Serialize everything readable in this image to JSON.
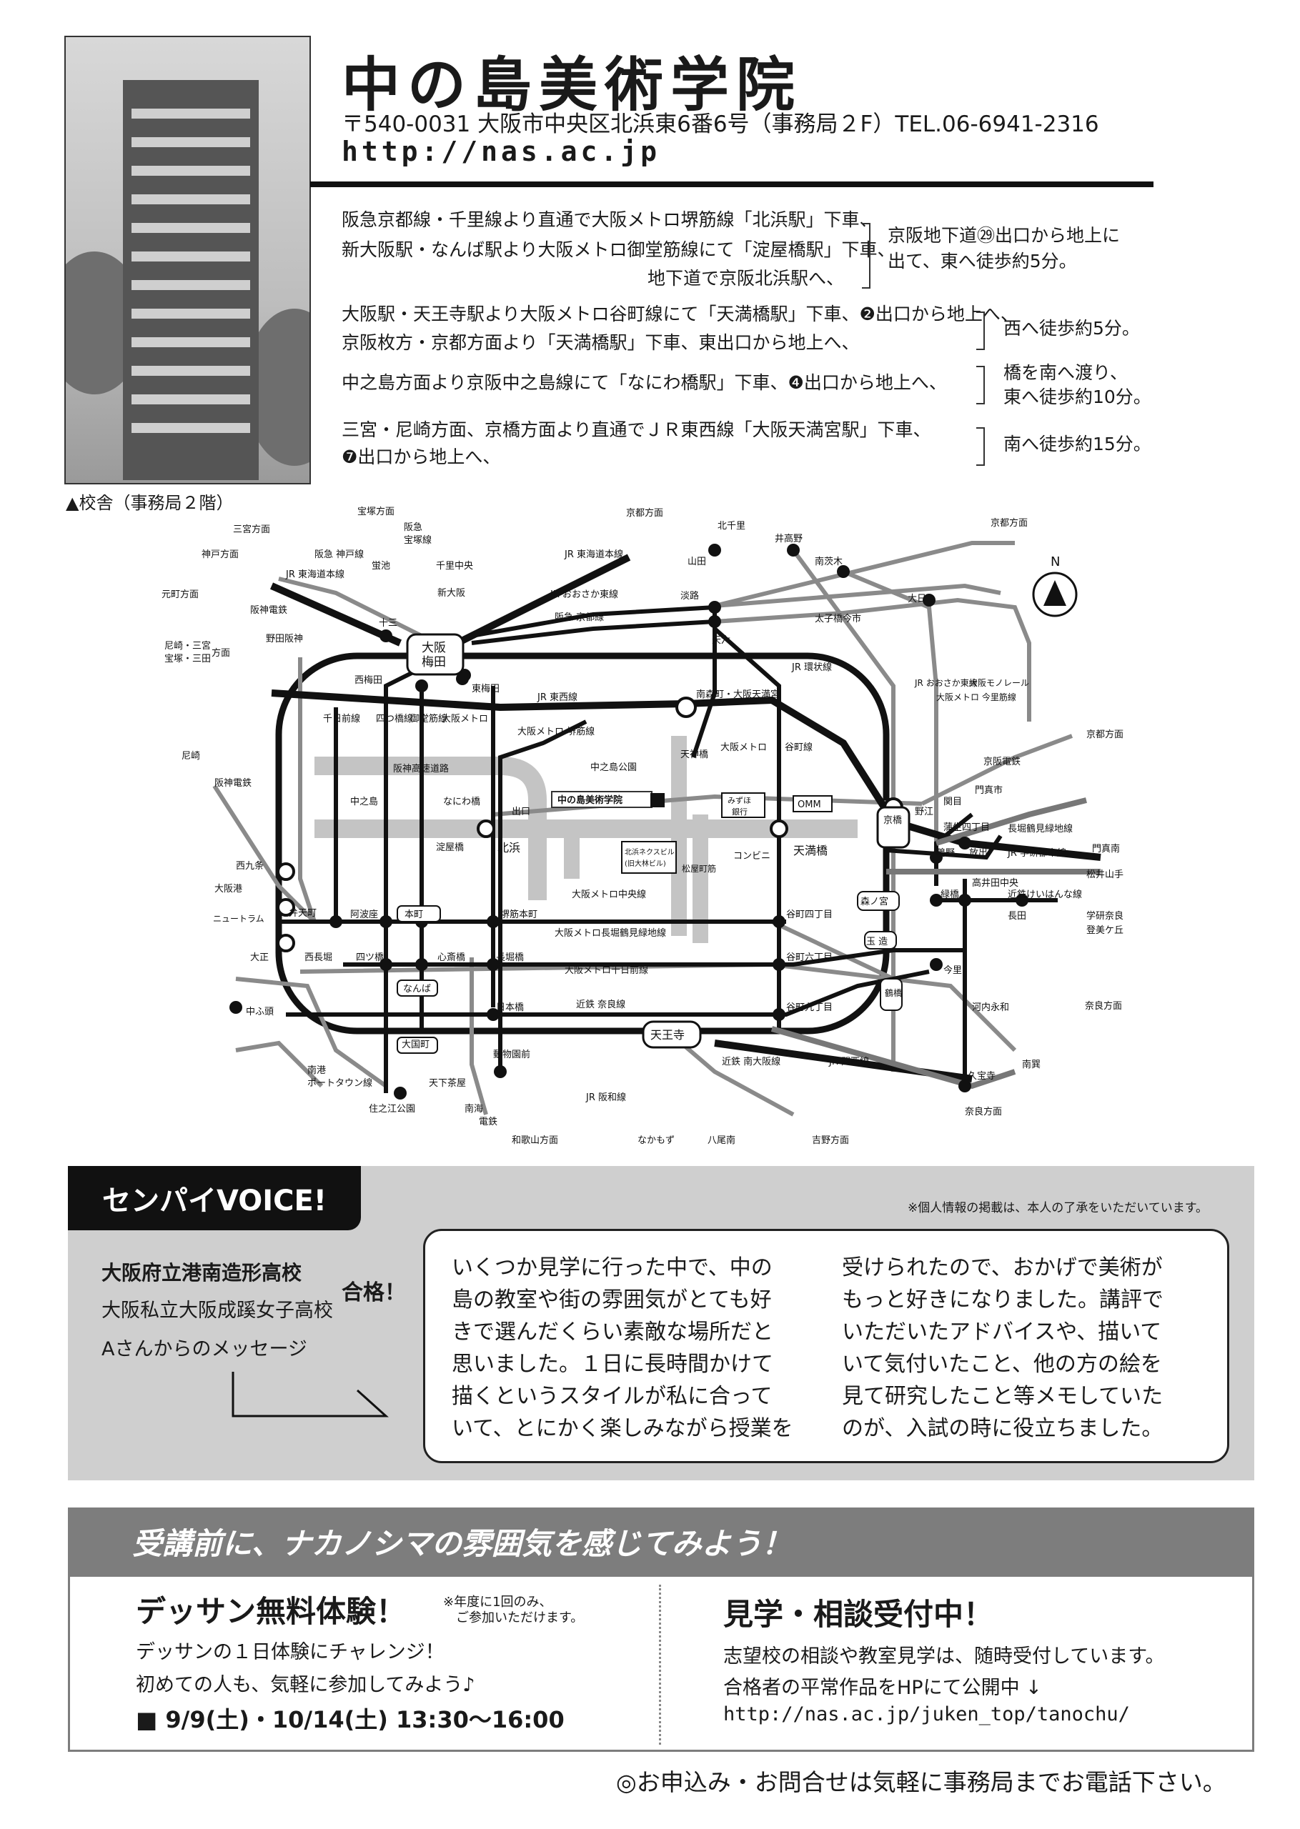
{
  "header": {
    "school_name": "中の島美術学院",
    "address": "〒540-0031 大阪市中央区北浜東6番6号（事務局２F）TEL.06-6941-2316",
    "url": "http://nas.ac.jp",
    "photo_caption": "▲校舎（事務局２階）"
  },
  "directions": {
    "g1_l1": "阪急京都線・千里線より直通で大阪メトロ堺筋線「北浜駅」下車、",
    "g1_l2": "新大阪駅・なんば駅より大阪メトロ御堂筋線にて「淀屋橋駅」下車、",
    "g1_l3": "地下道で京阪北浜駅へ、",
    "g1_r1": "京阪地下道㉙出口から地上に",
    "g1_r2": "出て、東へ徒歩約5分。",
    "g2_l1": "大阪駅・天王寺駅より大阪メトロ谷町線にて「天満橋駅」下車、❷出口から地上へ、",
    "g2_l2": "京阪枚方・京都方面より「天満橋駅」下車、東出口から地上へ、",
    "g2_r1": "西へ徒歩約5分。",
    "g3_l1": "中之島方面より京阪中之島線にて「なにわ橋駅」下車、❹出口から地上へ、",
    "g3_r1": "橋を南へ渡り、",
    "g3_r2": "東へ徒歩約10分。",
    "g4_l1": "三宮・尼崎方面、京橋方面より直通でＪＲ東西線「大阪天満宮駅」下車、",
    "g4_l2": "❼出口から地上へ、",
    "g4_r1": "南へ徒歩約15分。"
  },
  "map": {
    "labels": {
      "sannomiya": "三宮方面",
      "takarazuka": "宝塚方面",
      "hankyu_takarazuka_1": "阪急",
      "hankyu_takarazuka_2": "宝塚線",
      "kyoto_jr": "京都方面",
      "kitasenri": "北千里",
      "kobe": "神戸方面",
      "motomachi": "元町方面",
      "hankyu_kobe": "阪急 神戸線",
      "jr_tokaido": "JR 東海道本線",
      "hanshin": "阪神電鉄",
      "noda_hanshin": "野田阪神",
      "amagasaki": "尼崎・三宮",
      "takarazuka2": "宝塚・三田",
      "hokou": "方面",
      "hotarugaike": "蛍池",
      "senrichuo": "千里中央",
      "shinosaka": "新大阪",
      "juso": "十三",
      "umeda_1": "大阪",
      "umeda_2": "梅田",
      "nishiumeda": "西梅田",
      "higashiumeda": "東梅田",
      "jr_kyoto_line": "JR 東海道本線",
      "yamada": "山田",
      "ibarakishi": "井高野",
      "minamiibaraki": "南茨木",
      "kyoto2": "京都方面",
      "jr_osaka_higashi": "JR おおさか東線",
      "hankyu_kyoto": "阪急 京都線",
      "awaji": "淡路",
      "dainichi": "大日",
      "taishibashi": "太子橋今市",
      "tenroku": "天六",
      "jr_loop": "JR 環状線",
      "minamimorimachi": "南森町・大阪天満宮",
      "jr_tozai": "JR 東西線",
      "sakaisuji_line": "大阪メトロ 堺筋線",
      "jr_osakahigashi_v": "JR おおさか東線",
      "imazatosuji": "大阪メトロ 今里筋線",
      "monorail": "大阪モノレール",
      "kyoto3": "京都方面",
      "keihan": "京阪電鉄",
      "kadomashi": "門真市",
      "senichimae": "千日前線",
      "yotsubashi": "四つ橋線",
      "midosuji": "御堂筋線",
      "osakametro_v": "大阪メトロ",
      "hanshin_expressway": "阪神高速道路",
      "nakanoshima_park": "中之島公園",
      "tenjinbashi": "天神橋",
      "osakametro2": "大阪メトロ",
      "tanimachi_line": "谷町線",
      "nakanoshima": "中之島",
      "naniwabashi": "なにわ橋",
      "exit29": "出口",
      "school": "中の島美術学院",
      "mizuho_1": "みずほ",
      "mizuho_2": "銀行",
      "omm": "OMM",
      "kyobashi": "京橋",
      "noe": "野江",
      "sekime": "関目",
      "gamo": "蒲生四丁目",
      "nagahori_line": "長堀鶴見緑地線",
      "kadoma_minami": "門真南",
      "shigino": "鴫野",
      "hanaten": "放出",
      "gakkentoshi": "JR 学研都市線",
      "matsui": "松井山手",
      "amagasaki_naka": "尼崎",
      "hanshin_line": "阪神電鉄",
      "nishikujo": "西九条",
      "yodoyabashi": "淀屋橋",
      "kitahama": "北浜",
      "kitahama_bldg_1": "北浜ネクスビル",
      "kitahama_bldg_2": "(旧大林ビル)",
      "matsuyamachi_st": "松屋町筋",
      "conv": "コンビニ",
      "tenmabashi": "天満橋",
      "chuo_line": "大阪メトロ中央線",
      "osakako": "大阪港",
      "bentencho": "弁天町",
      "awaza": "阿波座",
      "honmachi": "本町",
      "sakaisujihonmachi": "堺筋本町",
      "tanimachi4": "谷町四丁目",
      "morinomiya": "森ノ宮",
      "midoribashi": "緑橋",
      "takaida": "高井田中央",
      "kintetsu_keihanna": "近鉄けいはんな線",
      "nagata": "長田",
      "gakken_nara": "学研奈良",
      "tomigaoka": "登美ケ丘",
      "newtram": "ニュートラム",
      "nagahori_line2": "大阪メトロ長堀鶴見緑地線",
      "tamatsukuri": "玉 造",
      "taisho": "大正",
      "nishinagahori": "西長堀",
      "yotsubashi_st": "四ツ橋",
      "shinsaibashi": "心斎橋",
      "nagahoribashi": "長堀橋",
      "tanimachi6": "谷町六丁目",
      "sennichimae_line": "大阪メトロ千日前線",
      "imazato": "今里",
      "tsuruhashi": "鶴橋",
      "nanba": "なんば",
      "nipponbashi": "日本橋",
      "kintetsu_nara": "近鉄 奈良線",
      "tanimachi9": "谷町九丁目",
      "kawachieiwa": "河内永和",
      "nara": "奈良方面",
      "nakafuto": "中ふ頭",
      "daikokucho": "大国町",
      "tennoji": "天王寺",
      "jr_kansai": "JR 関西線",
      "kintetsu_minamiosaka": "近鉄 南大阪線",
      "doubutsuen": "動物園前",
      "kyuhoji": "久宝寺",
      "minamiwaki": "南巽",
      "nanko": "南港",
      "portown": "ポートタウン線",
      "tengachaya": "天下茶屋",
      "suminoe": "住之江公園",
      "nankai_1": "南海",
      "nankai_2": "電鉄",
      "jr_hanwa": "JR 阪和線",
      "wakayama": "和歌山方面",
      "nakamozu": "なかもず",
      "yao": "八尾南",
      "yoshino": "吉野方面",
      "nara2": "奈良方面",
      "north": "N"
    }
  },
  "voice": {
    "tab": "センパイVOICE!",
    "privacy_note": "※個人情報の掲載は、本人の了承をいただいています。",
    "school1": "大阪府立港南造形高校",
    "passed": "合格！",
    "school2": "大阪私立大阪成蹊女子高校",
    "from": "Aさんからのメッセージ",
    "col1": [
      "いくつか見学に行った中で、中の",
      "島の教室や街の雰囲気がとても好",
      "きで選んだくらい素敵な場所だと",
      "思いました。１日に長時間かけて",
      "描くというスタイルが私に合って",
      "いて、とにかく楽しみながら授業を"
    ],
    "col2": [
      "受けられたので、おかげで美術が",
      "もっと好きになりました。講評で",
      "いただいたアドバイスや、描いて",
      "いて気付いたこと、他の方の絵を",
      "見て研究したこと等メモしていた",
      "のが、入試の時に役立ちました。"
    ]
  },
  "bottom": {
    "banner": "受講前に、ナカノシマの雰囲気を感じてみよう！",
    "left_title": "デッサン無料体験！",
    "left_note_1": "※年度に1回のみ、",
    "left_note_2": "ご参加いただけます。",
    "left_body_1": "デッサンの１日体験にチャレンジ！",
    "left_body_2": "初めての人も、気軽に参加してみよう♪",
    "left_date": "■ 9/9(土)・10/14(土)  13:30〜16:00",
    "right_title": "見学・相談受付中！",
    "right_body_1": "志望校の相談や教室見学は、随時受付しています。",
    "right_body_2": "合格者の平常作品をHPにて公開中 ↓",
    "right_url": "http://nas.ac.jp/juken_top/tanochu/",
    "footer": "◎お申込み・お問合せは気軽に事務局までお電話下さい。"
  }
}
